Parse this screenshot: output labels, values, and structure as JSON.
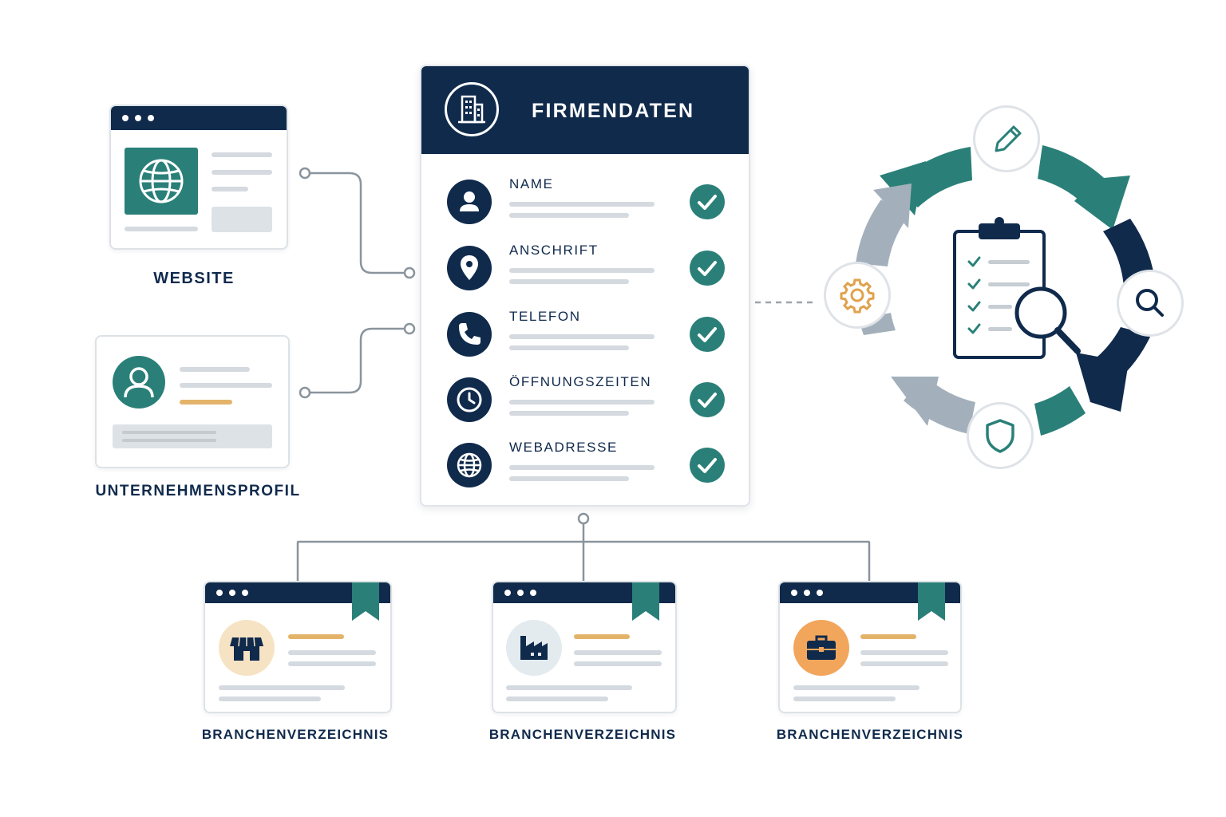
{
  "sources": {
    "website": {
      "label": "WEBSITE"
    },
    "profile": {
      "label": "UNTERNEHMENSPROFIL"
    }
  },
  "card": {
    "title": "FIRMENDATEN",
    "rows": [
      {
        "label": "NAME",
        "icon": "user-icon"
      },
      {
        "label": "ANSCHRIFT",
        "icon": "location-pin-icon"
      },
      {
        "label": "TELEFON",
        "icon": "phone-icon"
      },
      {
        "label": "ÖFFNUNGSZEITEN",
        "icon": "clock-icon"
      },
      {
        "label": "WEBADRESSE",
        "icon": "globe-icon"
      }
    ]
  },
  "directories": [
    {
      "label": "BRANCHENVERZEICHNIS",
      "icon": "store-icon"
    },
    {
      "label": "BRANCHENVERZEICHNIS",
      "icon": "factory-icon"
    },
    {
      "label": "BRANCHENVERZEICHNIS",
      "icon": "briefcase-icon"
    }
  ],
  "cycle": {
    "nodes": [
      "pencil-icon",
      "search-icon",
      "shield-icon",
      "gear-icon"
    ],
    "center_icon": "clipboard-checklist-icon"
  },
  "colors": {
    "navy": "#102a4c",
    "teal": "#2a8078",
    "gray": "#a3b0bb",
    "gold": "#e4b36a",
    "orange": "#f2a65c"
  }
}
